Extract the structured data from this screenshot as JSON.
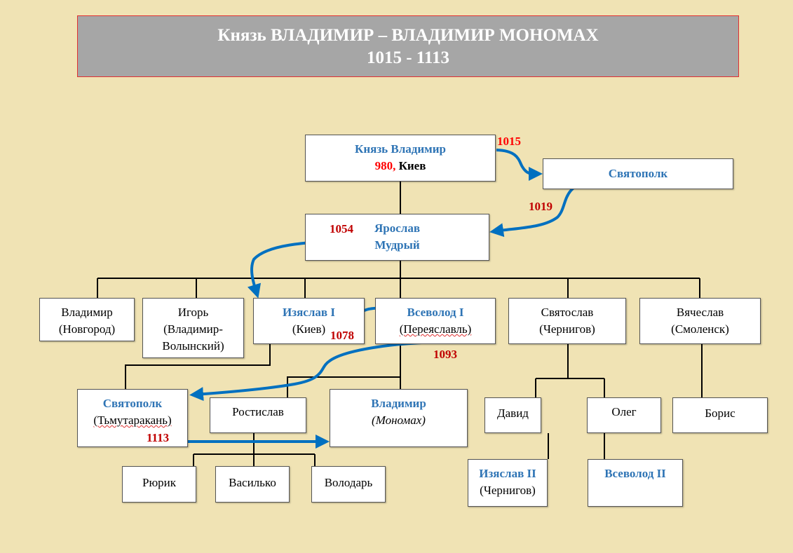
{
  "header": {
    "title": "Князь ВЛАДИМИР – ВЛАДИМИР МОНОМАХ",
    "years": "1015 - 1113"
  },
  "nodes": {
    "vladimir": {
      "name": "Князь Владимир",
      "year": "980,",
      "city": "Киев"
    },
    "svyatopolk_top": {
      "name": "Святополк"
    },
    "yaroslav": {
      "name1": "Ярослав",
      "name2": "Мудрый"
    },
    "vladimir_novgorod": {
      "name": "Владимир",
      "city": "(Новгород)"
    },
    "igor": {
      "name": "Игорь",
      "city1": "(Владимир-",
      "city2": "Волынский)"
    },
    "izyaslav1": {
      "name": "Изяслав I",
      "city": "(Киев)"
    },
    "vsevolod1": {
      "name": "Всеволод I",
      "city": "(Переяславль)"
    },
    "svyatoslav": {
      "name": "Святослав",
      "city": "(Чернигов)"
    },
    "vyacheslav": {
      "name": "Вячеслав",
      "city": "(Смоленск)"
    },
    "svyatopolk2": {
      "name": "Святополк",
      "city": "(Тьмутаракань)"
    },
    "rostislav": {
      "name": "Ростислав"
    },
    "monomakh": {
      "name": "Владимир",
      "nick": "(Мономах)"
    },
    "david": {
      "name": "Давид"
    },
    "oleg": {
      "name": "Олег"
    },
    "boris": {
      "name": "Борис"
    },
    "ryurik": {
      "name": "Рюрик"
    },
    "vasilko": {
      "name": "Василько"
    },
    "volodar": {
      "name": "Володарь"
    },
    "izyaslav2": {
      "name": "Изяслав II",
      "city": "(Чернигов)"
    },
    "vsevolod2": {
      "name": "Всеволод II"
    }
  },
  "years": {
    "y1015": "1015",
    "y1019": "1019",
    "y1054": "1054",
    "y1078": "1078",
    "y1093": "1093",
    "y1113": "1113"
  },
  "colors": {
    "background": "#f0e3b4",
    "accent": "#2e74b5",
    "arrow": "#0070c0",
    "date": "#c00000"
  }
}
